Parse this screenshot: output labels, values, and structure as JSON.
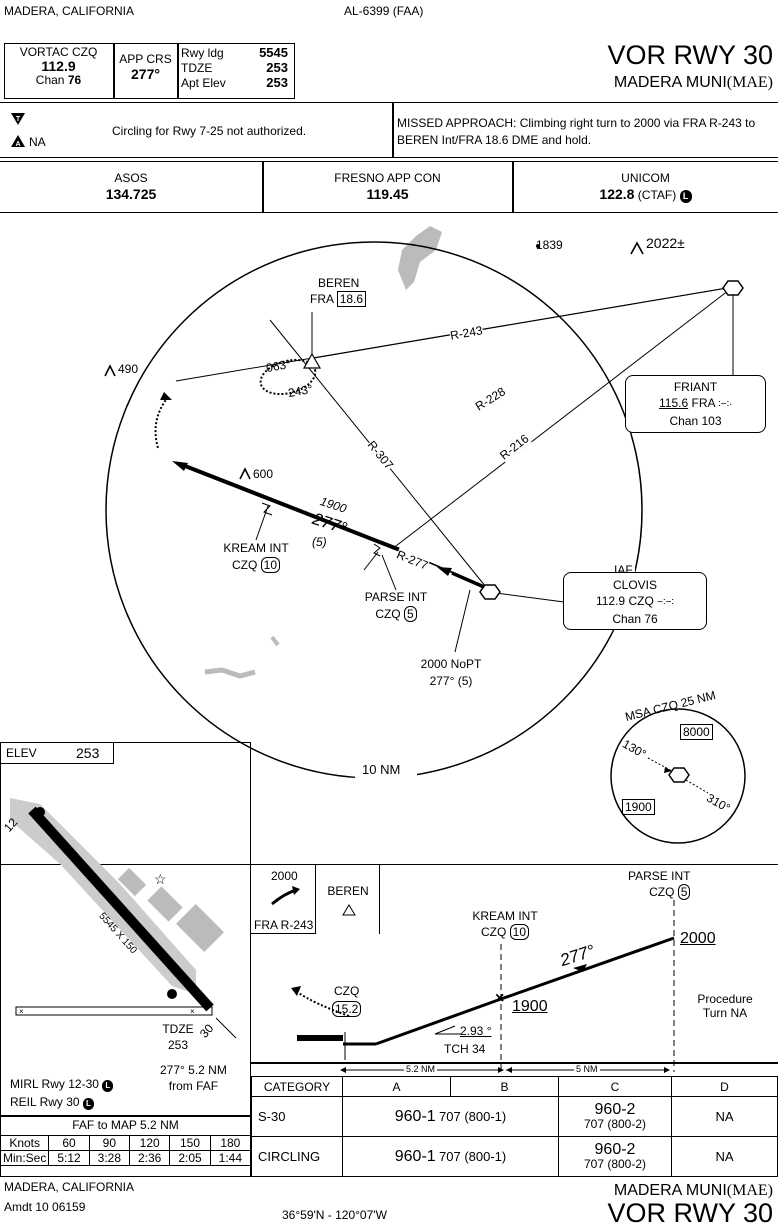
{
  "header": {
    "location": "MADERA, CALIFORNIA",
    "procedure_id": "AL-6399 (FAA)",
    "title": "VOR RWY 30",
    "airport": "MADERA MUNI",
    "airport_id": "(MAE)"
  },
  "briefing": {
    "vortac_label": "VORTAC CZQ",
    "vortac_freq": "112.9",
    "vortac_chan_label": "Chan",
    "vortac_chan": "76",
    "app_crs_label": "APP CRS",
    "app_crs": "277°",
    "rwy_ldg_label": "Rwy ldg",
    "rwy_ldg": "5545",
    "tdze_label": "TDZE",
    "tdze": "253",
    "apt_elev_label": "Apt Elev",
    "apt_elev": "253",
    "na_label": "NA",
    "circling_note": "Circling for Rwy 7-25 not authorized.",
    "missed_approach": "MISSED APPROACH:  Climbing right turn to 2000 via FRA R-243 to BEREN Int/FRA 18.6 DME and hold."
  },
  "comms": {
    "asos_label": "ASOS",
    "asos_freq": "134.725",
    "app_label": "FRESNO APP CON",
    "app_freq": "119.45",
    "unicom_label": "UNICOM",
    "unicom_freq": "122.8",
    "unicom_note": "(CTAF)",
    "ctaf_icon": "L"
  },
  "plan": {
    "beren_name": "BEREN",
    "beren_fra": "FRA",
    "beren_dme": "18.6",
    "hold_in": "063°",
    "hold_out": "243°",
    "r243": "R-243",
    "r228": "R-228",
    "r216": "R-216",
    "r307": "R-307",
    "r277": "R-277",
    "spot_1839": "1839",
    "obst_2022": "2022",
    "obst_2022_suffix": "±",
    "obst_490": "490",
    "obst_600": "600",
    "friant_name": "FRIANT",
    "friant_freq": "115.6",
    "friant_id": "FRA",
    "friant_chan": "Chan 103",
    "kream_name": "KREAM INT",
    "kream_fix": "CZQ",
    "kream_dme": "10",
    "parse_name": "PARSE INT",
    "parse_fix": "CZQ",
    "parse_dme": "5",
    "final_alt": "1900",
    "final_crs": "277°",
    "final_dist": "(5)",
    "iaf_label": "IAF",
    "clovis_name": "CLOVIS",
    "clovis_freq": "112.9",
    "clovis_id": "CZQ",
    "clovis_chan": "Chan 76",
    "nopt_alt": "2000 NoPT",
    "nopt_crs": "277°",
    "nopt_dist": "(5)",
    "ring_label": "10 NM",
    "msa_title": "MSA CZQ 25 NM",
    "msa_high": "8000",
    "msa_low": "1900",
    "msa_b1": "130°",
    "msa_b2": "310°"
  },
  "airport_diagram": {
    "elev_label": "ELEV",
    "elev": "253",
    "rwy_12": "12",
    "rwy_30": "30",
    "rwy_dims": "5545 X 150",
    "tdze_label": "TDZE",
    "tdze": "253",
    "faf_bearing": "277° 5.2 NM",
    "faf_from": "from FAF",
    "lights_1": "MIRL Rwy 12-30",
    "lights_2": "REIL Rwy 30",
    "l_icon": "L"
  },
  "profile": {
    "ma_alt": "2000",
    "ma_crs": "FRA R-243",
    "beren": "BEREN",
    "kream_name": "KREAM INT",
    "kream_fix": "CZQ",
    "kream_dme": "10",
    "parse_name": "PARSE INT",
    "parse_fix": "CZQ",
    "parse_dme": "5",
    "crs": "277°",
    "alt_2000": "2000",
    "alt_1900": "1900",
    "czq": "CZQ",
    "czq_dme": "15.2",
    "gp_angle": "2.93 °",
    "tch": "TCH 34",
    "pt_note_1": "Procedure",
    "pt_note_2": "Turn NA",
    "dist_1": "5.2 NM",
    "dist_2": "5 NM"
  },
  "minimums": {
    "headers": [
      "CATEGORY",
      "A",
      "B",
      "C",
      "D"
    ],
    "rows": [
      {
        "label": "S-30",
        "ab": "960-1",
        "ab_haa": "707 (800-1)",
        "c": "960-2",
        "c_haa": "707 (800-2)",
        "d": "NA"
      },
      {
        "label": "CIRCLING",
        "ab": "960-1",
        "ab_haa": "707 (800-1)",
        "c": "960-2",
        "c_haa": "707 (800-2)",
        "d": "NA"
      }
    ]
  },
  "timing": {
    "title": "FAF to MAP  5.2 NM",
    "knots_label": "Knots",
    "knots": [
      "60",
      "90",
      "120",
      "150",
      "180"
    ],
    "time_label": "Min:Sec",
    "times": [
      "5:12",
      "3:28",
      "2:36",
      "2:05",
      "1:44"
    ]
  },
  "footer": {
    "location": "MADERA, CALIFORNIA",
    "amdt": "Amdt 10  06159",
    "coords": "36°59'N - 120°07'W",
    "airport": "MADERA MUNI",
    "airport_id": "(MAE)",
    "title": "VOR RWY 30"
  }
}
